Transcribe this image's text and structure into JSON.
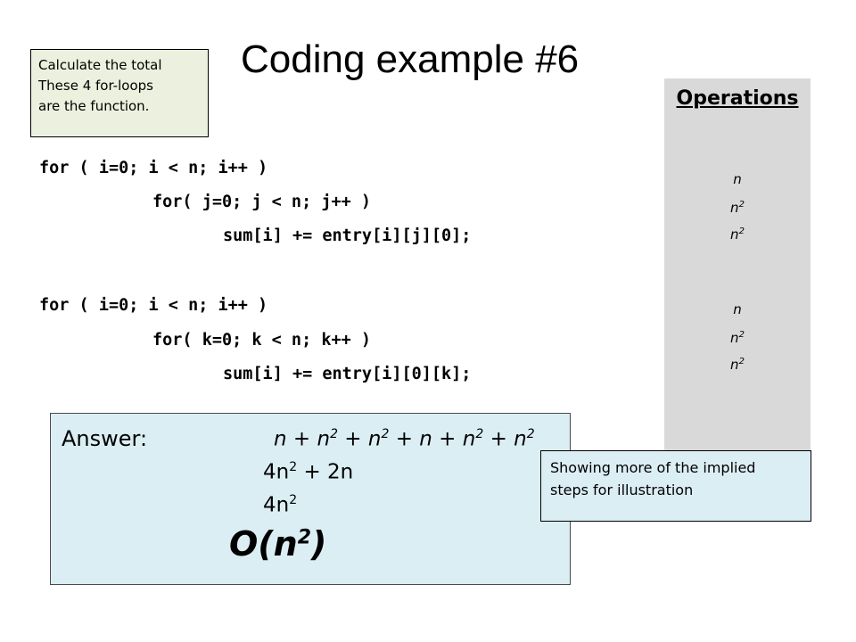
{
  "slide": {
    "title": "Coding example #6"
  },
  "note": {
    "lines": [
      "Calculate the total",
      "These 4 for-loops",
      "are the function."
    ]
  },
  "code": {
    "lines": [
      "for ( i=0; i < n; i++ )",
      "for( j=0; j < n; j++ )",
      "sum[i] += entry[i][j][0];",
      "for ( i=0; i < n; i++ )",
      "for( k=0; k < n; k++ )",
      "sum[i] += entry[i][0][k];"
    ]
  },
  "operations": {
    "header": "Operations",
    "items": [
      {
        "base": "n",
        "exp": ""
      },
      {
        "base": "n",
        "exp": "2"
      },
      {
        "base": "n",
        "exp": "2"
      },
      {
        "base": "n",
        "exp": ""
      },
      {
        "base": "n",
        "exp": "2"
      },
      {
        "base": "n",
        "exp": "2"
      }
    ]
  },
  "answer": {
    "label": "Answer:",
    "line1": {
      "t1": "n + n",
      "e1": "2",
      "t2": " + n",
      "e2": "2",
      "t3": " + n + n",
      "e3": "2",
      "t4": " + n",
      "e4": "2"
    },
    "line2": {
      "t1": "4n",
      "e1": "2",
      "t2": " + 2n"
    },
    "line3": {
      "t1": "4n",
      "e1": "2"
    },
    "final": {
      "t1": "O(n",
      "e1": "2",
      "t2": ")"
    }
  },
  "callout": {
    "lines": [
      "Showing more of the implied",
      "steps for illustration"
    ]
  }
}
